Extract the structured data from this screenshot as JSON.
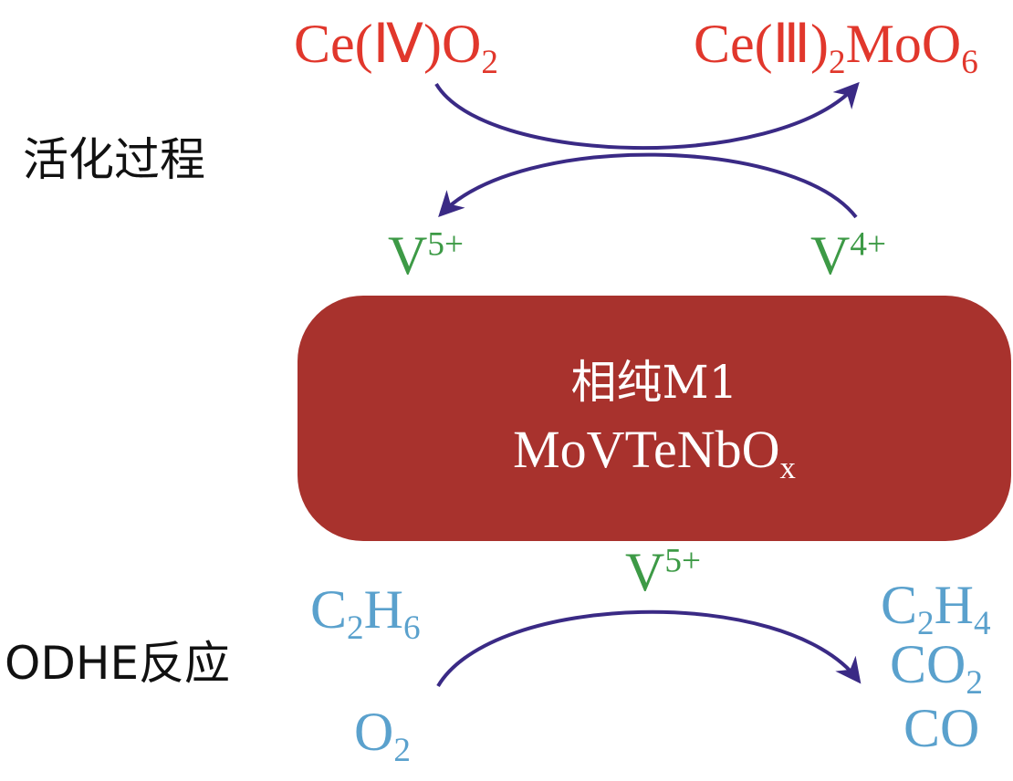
{
  "activation": {
    "label": "活化过程",
    "reactant": {
      "main": "Ce(Ⅳ)O",
      "sub": "2"
    },
    "product": {
      "main1": "Ce(Ⅲ)",
      "sub1": "2",
      "main2": "MoO",
      "sub2": "6"
    },
    "v_left": {
      "base": "V",
      "charge": "5+"
    },
    "v_right": {
      "base": "V",
      "charge": "4+"
    }
  },
  "catalyst": {
    "line1": "相纯M1",
    "line2_main": "MoVTeNbO",
    "line2_sub": "x"
  },
  "odhe": {
    "label": "ODHE反应",
    "v_center": {
      "base": "V",
      "charge": "5+"
    },
    "reactants": [
      {
        "parts": [
          "C",
          "2",
          "H",
          "6"
        ]
      },
      {
        "parts": [
          "O",
          "2"
        ]
      }
    ],
    "products": [
      {
        "parts": [
          "C",
          "2",
          "H",
          "4"
        ]
      },
      {
        "parts": [
          "CO",
          "2"
        ]
      },
      {
        "parts": [
          "CO"
        ]
      }
    ]
  },
  "colors": {
    "red": "#e1372c",
    "green": "#3d9a46",
    "blue": "#5aa1cd",
    "arrow": "#3a2a85",
    "box": "#a8322d"
  }
}
